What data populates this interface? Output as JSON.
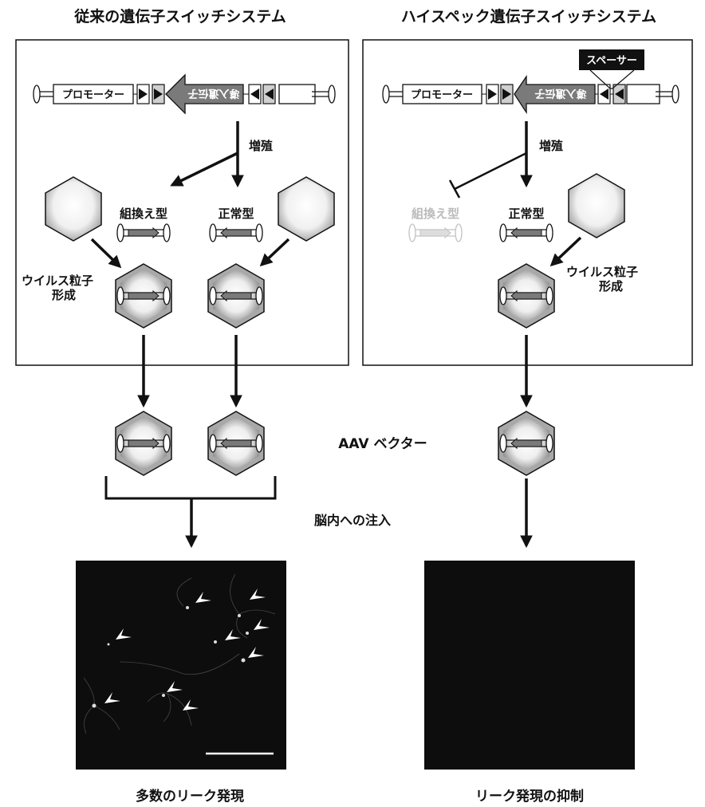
{
  "left_panel": {
    "title": "従来の遺伝子スイッチシステム",
    "promoter_label": "プロモーター",
    "gene_label": "導入遺伝子",
    "amplify_label": "増殖",
    "recombinant_label": "組換え型",
    "normal_label": "正常型",
    "virus_formation_line1": "ウイルス粒子",
    "virus_formation_line2": "形成"
  },
  "right_panel": {
    "title": "ハイスペック遺伝子スイッチシステム",
    "promoter_label": "プロモーター",
    "gene_label": "導入遺伝子",
    "spacer_label": "スペーサー",
    "amplify_label": "増殖",
    "recombinant_label": "組換え型",
    "normal_label": "正常型",
    "virus_formation_line1": "ウイルス粒子",
    "virus_formation_line2": "形成"
  },
  "middle": {
    "aav_vector_label": "AAV ベクター",
    "injection_label": "脳内への注入"
  },
  "results": {
    "left_caption": "多数のリーク発現",
    "right_caption": "リーク発現の抑制"
  },
  "colors": {
    "gene_gray": "#7a7a7a",
    "light_gray": "#d0d0d0",
    "faded": "#bbbbbb",
    "image_bg": "#0d0d0d"
  }
}
